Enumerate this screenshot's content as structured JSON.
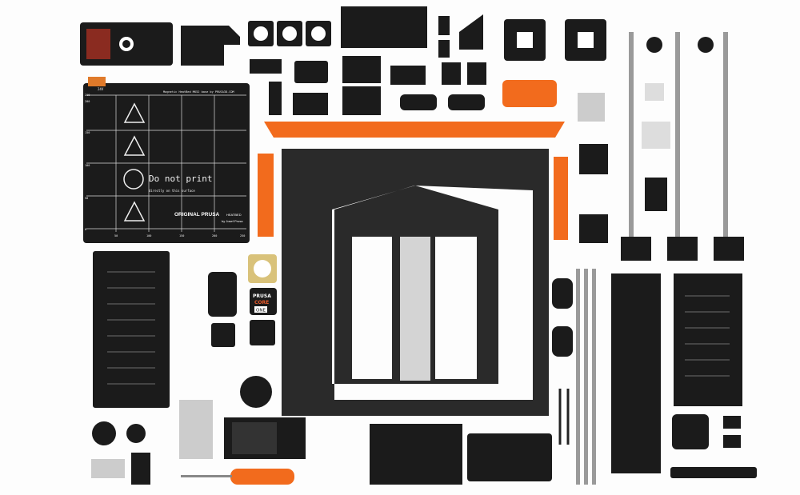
{
  "heatbed": {
    "voltage": "24V",
    "title": "Magnetic HeatBed MK52 base by PRUSA3D.COM",
    "warning_main": "Do not print",
    "warning_sub": "directly on this surface",
    "brand": "ORIGINAL PRUSA",
    "brand_suffix": "HEATBED",
    "author": "by Josef Prusa",
    "y_ticks": [
      "210",
      "200",
      "150",
      "100",
      "50",
      "0"
    ],
    "x_ticks": [
      "50",
      "100",
      "150",
      "200",
      "250"
    ]
  },
  "core_label": {
    "line1": "PRUSA",
    "line2": "CORE",
    "line3": "ONE"
  },
  "colors": {
    "parts": "#1b1b1b",
    "accent": "#f26b1d",
    "rods": "#9a9a9a",
    "background": "#ffffff"
  }
}
